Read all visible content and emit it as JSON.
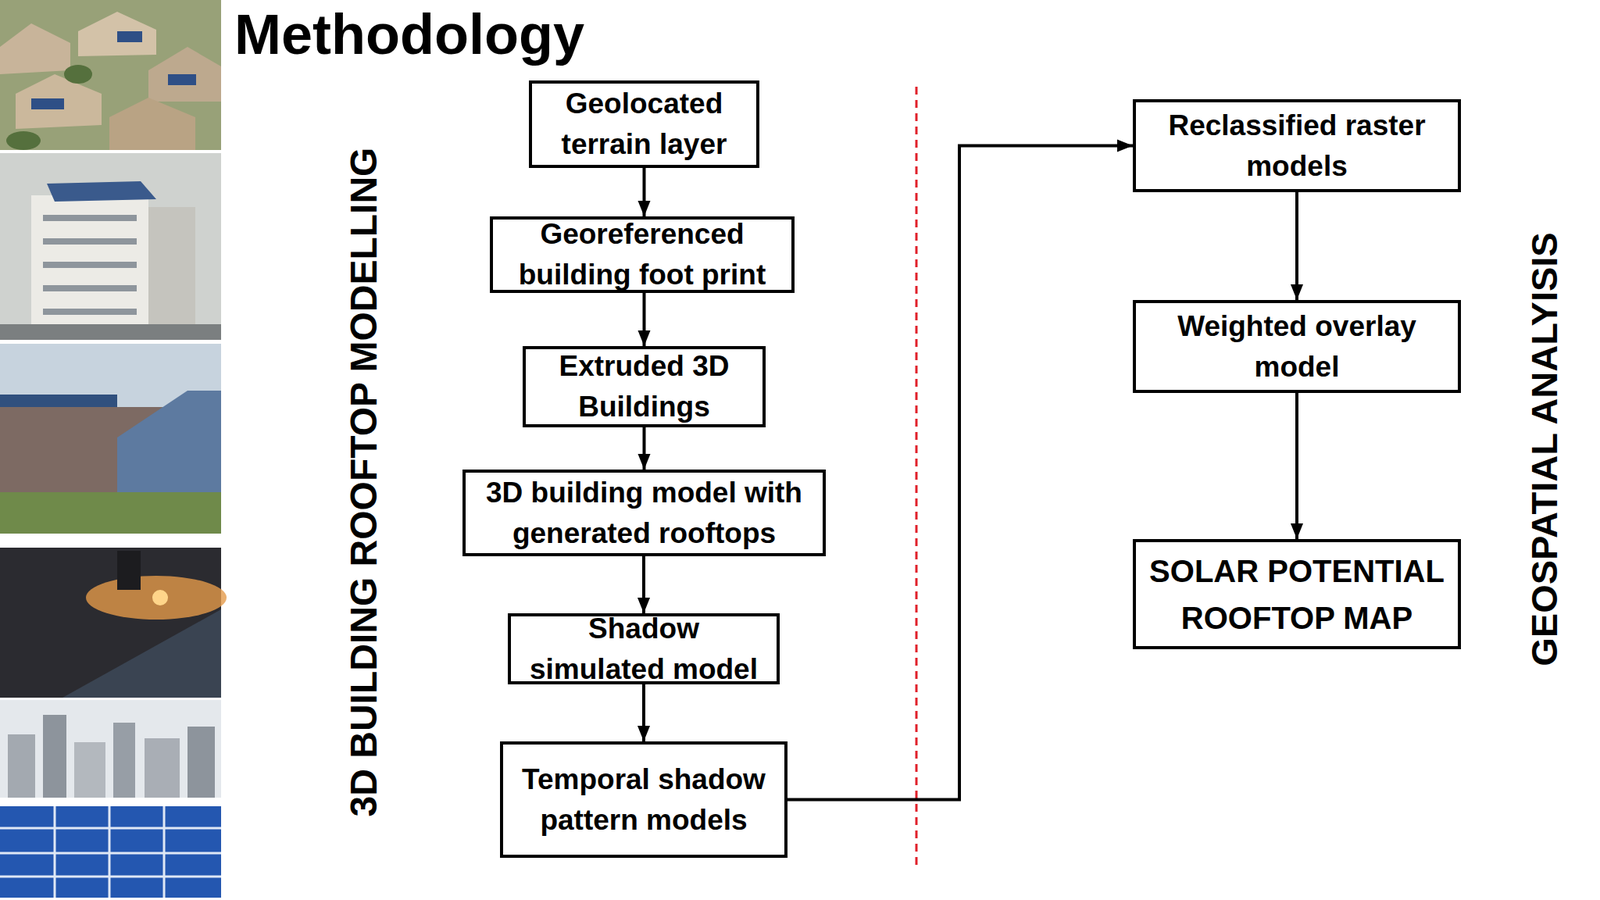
{
  "diagram": {
    "title": "Methodology",
    "nodes": [
      {
        "text": [
          "Geolocated terrain layer"
        ]
      },
      {
        "text": [
          "Georeferenced building foot print"
        ]
      },
      {
        "text": [
          "Extruded 3D Buildings"
        ]
      },
      {
        "text": [
          "3D building model with generated rooftops"
        ]
      },
      {
        "text": [
          "Shadow simulated model"
        ]
      },
      {
        "text": [
          "Temporal shadow pattern models"
        ]
      },
      {
        "text": [
          "Reclassified raster models"
        ]
      },
      {
        "text": [
          "Weighted overlay model"
        ]
      },
      {
        "text": [
          "SOLAR POTENTIAL ROOFTOP MAP"
        ]
      }
    ],
    "edges": [
      {
        "from": 0,
        "to": 1,
        "arrow": "to"
      },
      {
        "from": 1,
        "to": 2,
        "arrow": "to"
      },
      {
        "from": 2,
        "to": 3,
        "arrow": "to"
      },
      {
        "from": 3,
        "to": 4,
        "arrow": "to"
      },
      {
        "from": 4,
        "to": 5,
        "arrow": "to"
      },
      {
        "from": 5,
        "to": 6,
        "arrow": "to"
      },
      {
        "from": 6,
        "to": 7,
        "arrow": "to"
      },
      {
        "from": 7,
        "to": 8,
        "arrow": "to"
      }
    ],
    "labels": [
      "3D BUILDING ROOFTOP MODELLING",
      "GEOSPATIAL ANALYISIS"
    ]
  }
}
